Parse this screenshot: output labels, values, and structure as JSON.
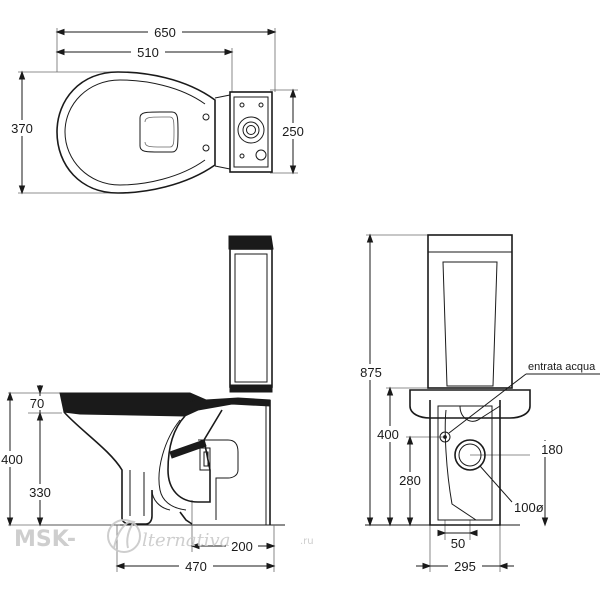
{
  "top_view": {
    "width_overall": "650",
    "width_bowl": "510",
    "depth_overall": "370",
    "tank_depth": "250"
  },
  "side_view": {
    "rim_thickness": "70",
    "height_rim": "400",
    "height_outlet": "330",
    "outlet_offset": "200",
    "depth_base": "470"
  },
  "front_view": {
    "height_overall": "875",
    "height_inlet": "400",
    "height_outlet_center": "280",
    "outlet_diameter": "100ø",
    "outlet_side": "180",
    "inlet_offset": "50",
    "width_base": "295",
    "inlet_label": "entrata acqua"
  },
  "watermark": {
    "brand_left": "MSK-",
    "brand_script": "lternativa",
    "brand_domain": ".ru"
  }
}
